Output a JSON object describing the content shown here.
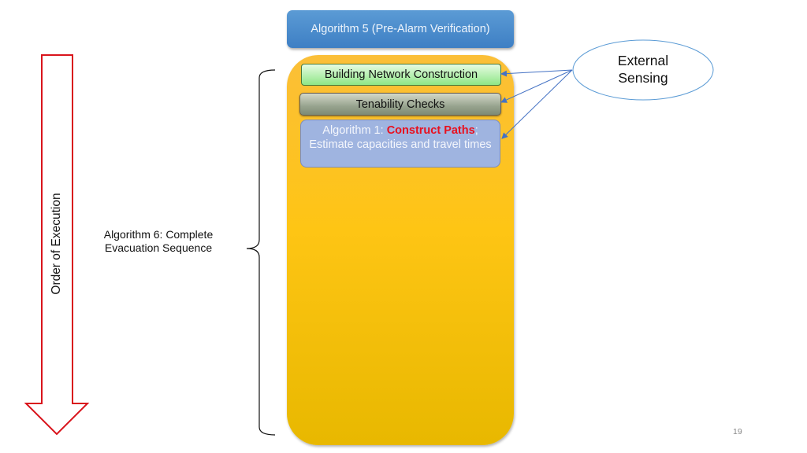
{
  "top_box": {
    "label": "Algorithm 5 (Pre-Alarm Verification)"
  },
  "container_boxes": {
    "building": "Building Network Construction",
    "tenability": "Tenability Checks",
    "alg1": {
      "prefix": "Algorithm 1: ",
      "highlight": "Construct Paths",
      "suffix": "; Estimate capacities and travel times"
    }
  },
  "external": {
    "label_line1": "External",
    "label_line2": "Sensing"
  },
  "side_label": {
    "line1": "Algorithm 6: Complete",
    "line2": "Evacuation Sequence"
  },
  "arrow_label": "Order of Execution",
  "page_number": "19",
  "colors": {
    "top_box": "#4a8bd0",
    "container": "#fec514",
    "building_box": "#b6efae",
    "tenability_box": "#97a38e",
    "alg1_box": "#9fb4e0",
    "highlight_text": "#e8101e",
    "arrow_outline": "#d9141c",
    "connector": "#4472c4"
  }
}
